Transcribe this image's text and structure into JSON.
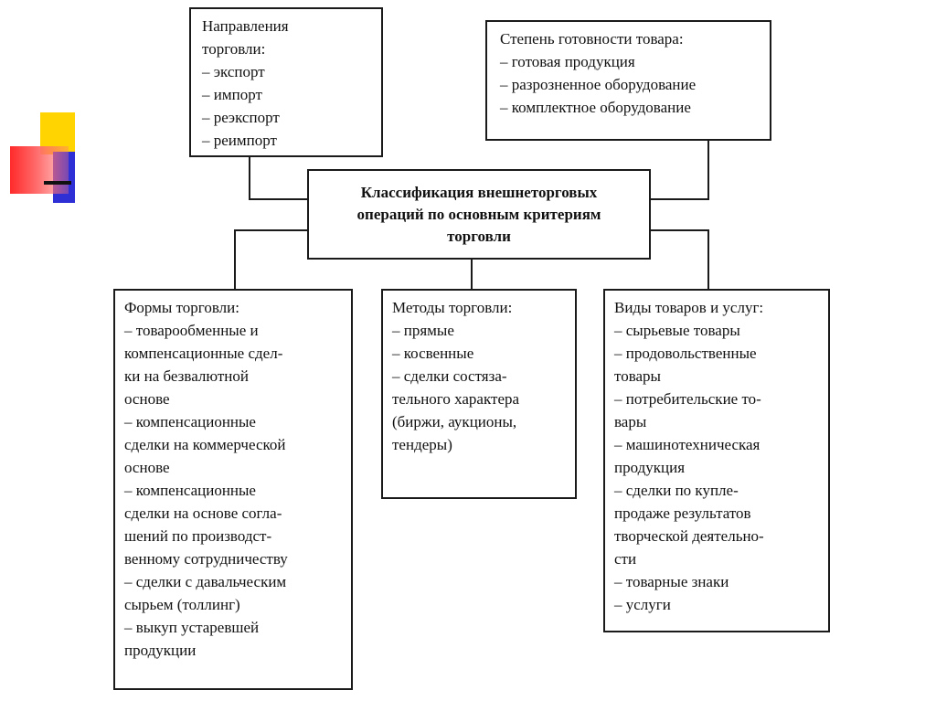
{
  "diagram": {
    "center": {
      "lines": [
        "Классификация внешнеторговых",
        "операций по основным критериям",
        "торговли"
      ]
    },
    "directions": {
      "lines": [
        "Направления",
        "торговли:",
        "– экспорт",
        "– импорт",
        "– реэкспорт",
        "– реимпорт"
      ]
    },
    "readiness": {
      "lines": [
        "Степень готовности товара:",
        "– готовая продукция",
        "– разрозненное оборудование",
        "– комплектное оборудование"
      ]
    },
    "forms": {
      "lines": [
        "Формы торговли:",
        "– товарообменные и",
        "компенсационные сдел-",
        "ки на безвалютной",
        "основе",
        "– компенсационные",
        "сделки на коммерческой",
        "основе",
        "– компенсационные",
        "сделки на основе согла-",
        "шений по производст-",
        "венному сотрудничеству",
        "– сделки с давальческим",
        "сырьем (толлинг)",
        "– выкуп устаревшей",
        "продукции"
      ]
    },
    "methods": {
      "lines": [
        "Методы торговли:",
        "– прямые",
        "– косвенные",
        "– сделки состяза-",
        "тельного характера",
        "(биржи, аукционы,",
        "тендеры)"
      ]
    },
    "types": {
      "lines": [
        "Виды товаров и услуг:",
        "– сырьевые товары",
        "– продовольственные",
        "товары",
        "– потребительские то-",
        "вары",
        "– машинотехническая",
        "продукция",
        "– сделки по купле-",
        "продаже результатов",
        "творческой деятельно-",
        "сти",
        "– товарные знаки",
        "– услуги"
      ]
    }
  }
}
